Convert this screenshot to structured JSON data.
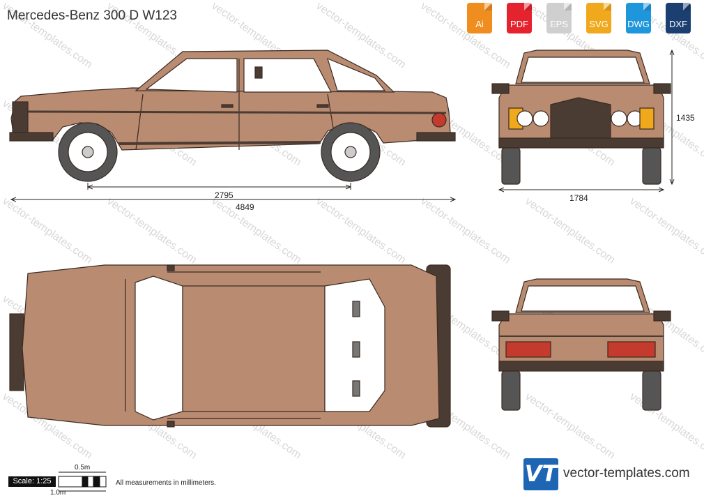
{
  "title": "Mercedes-Benz 300 D W123",
  "formats": [
    {
      "label": "Ai",
      "color": "#ef8d1f",
      "icon": "ai-file-icon"
    },
    {
      "label": "PDF",
      "color": "#e5232e",
      "icon": "pdf-file-icon"
    },
    {
      "label": "EPS",
      "color": "#cfcfcf",
      "icon": "eps-file-icon"
    },
    {
      "label": "SVG",
      "color": "#f0a81c",
      "icon": "svg-file-icon"
    },
    {
      "label": "DWG",
      "color": "#1e96dc",
      "icon": "dwg-file-icon"
    },
    {
      "label": "DXF",
      "color": "#1c3f72",
      "icon": "dxf-file-icon"
    }
  ],
  "watermark": "vector-templates.com",
  "dimensions": {
    "wheelbase": "2795",
    "length": "4849",
    "height": "1435",
    "width": "1784"
  },
  "scale": {
    "label": "Scale: 1:25",
    "half_meter": "0.5m",
    "one_meter": "1.0m"
  },
  "note": "All measurements in millimeters.",
  "logo": {
    "text": "VT",
    "color": "#1d66b4"
  },
  "site": "vector-templates.com",
  "colors": {
    "body": "#b98b71",
    "outline": "#3a2a22",
    "trim": "#4a3b33",
    "tire": "#555555",
    "glass": "#ffffff"
  }
}
